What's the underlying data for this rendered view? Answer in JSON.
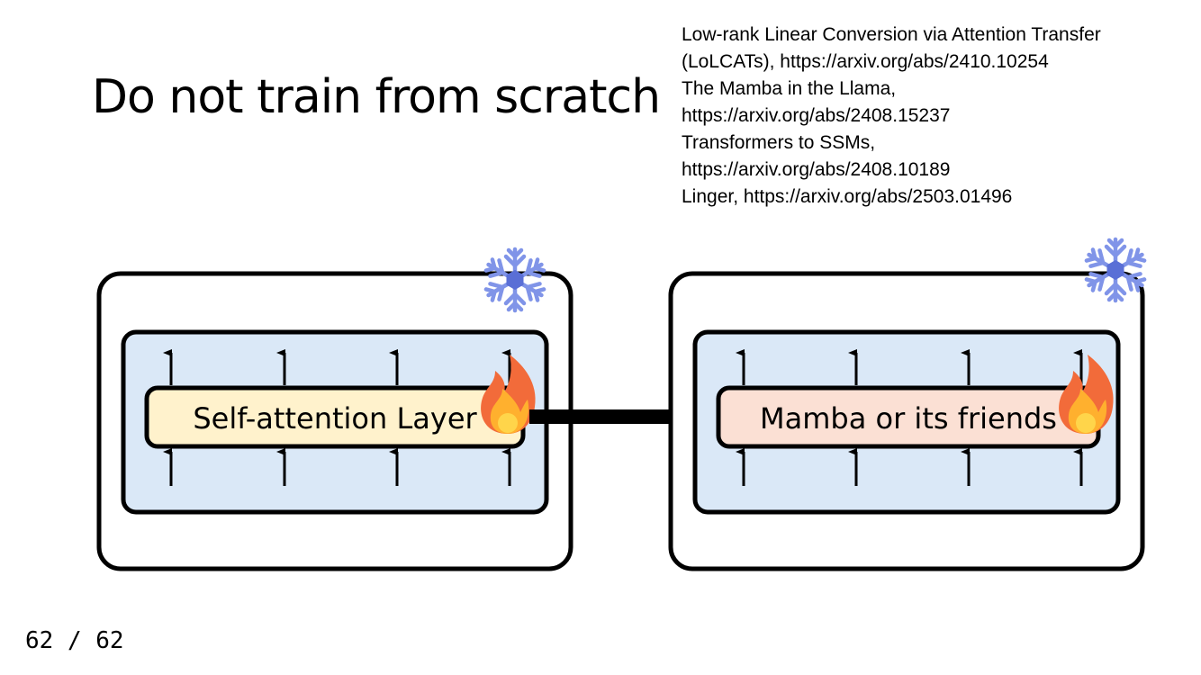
{
  "slide": {
    "title": "Do not train from scratch",
    "page_number": "62 / 62"
  },
  "references": [
    "Low-rank Linear Conversion via Attention Transfer",
    "(LoLCATs), https://arxiv.org/abs/2410.10254",
    "The Mamba in the Llama,",
    "https://arxiv.org/abs/2408.15237",
    "Transformers to SSMs,",
    "https://arxiv.org/abs/2408.10189",
    "Linger, https://arxiv.org/abs/2503.01496"
  ],
  "diagram": {
    "left_model": {
      "layer_label": "Self-attention Layer",
      "layer_color": "#fff2cc",
      "frozen_icon": "snowflake-icon",
      "trainable_icon": "fire-icon"
    },
    "right_model": {
      "layer_label": "Mamba or its friends",
      "layer_color": "#fbe0d4",
      "frozen_icon": "snowflake-icon",
      "trainable_icon": "fire-icon"
    },
    "block_color": "#dae8f7"
  }
}
